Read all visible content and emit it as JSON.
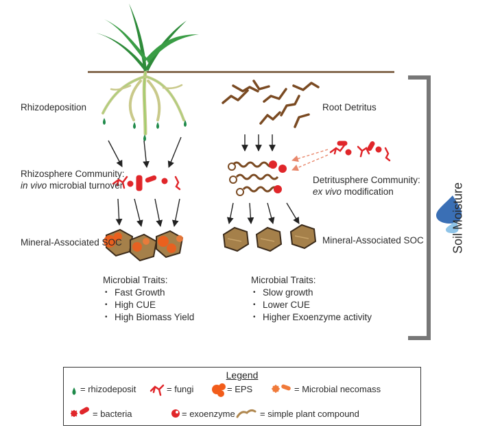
{
  "left": {
    "rhizodeposition": "Rhizodeposition",
    "community_line1": "Rhizosphere Community:",
    "community_italic": "in vivo",
    "community_rest": " microbial turnover",
    "soc": "Mineral-Associated SOC",
    "traits_heading": "Microbial Traits:",
    "traits": [
      "Fast Growth",
      "High CUE",
      "High Biomass Yield"
    ]
  },
  "right": {
    "root_detritus": "Root Detritus",
    "community_line1": "Detritusphere Community:",
    "community_italic": "ex vivo",
    "community_rest": " modification",
    "soc": "Mineral-Associated SOC",
    "traits_heading": "Microbial Traits:",
    "traits": [
      "Slow growth",
      "Lower CUE",
      "Higher Exoenzyme activity"
    ]
  },
  "soil_moisture": "Soil Moisture",
  "legend": {
    "title": "Legend",
    "items": {
      "rhizodeposit": "= rhizodeposit",
      "fungi": "= fungi",
      "eps": "= EPS",
      "necromass": "= Microbial necomass",
      "bacteria": "= bacteria",
      "exoenzyme": "= exoenzyme",
      "plant_compound": "= simple plant compound"
    }
  },
  "colors": {
    "plant_green": "#2e8b3a",
    "root_light": "#c9c98a",
    "soil_line": "#6b4a2b",
    "detritus": "#7a4a22",
    "microbe_red": "#e0262a",
    "eps_orange": "#f25c1a",
    "mineral_brown": "#8a6a3a",
    "bracket_gray": "#777777",
    "drop_dark": "#3a6fb5",
    "drop_light": "#8fc4e8"
  }
}
